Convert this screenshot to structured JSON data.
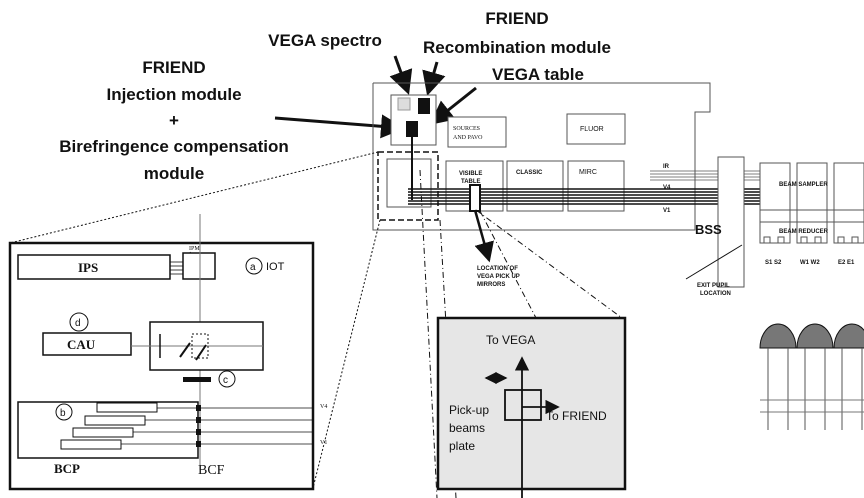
{
  "labels": {
    "friend_top": "FRIEND",
    "recombination": "Recombination module",
    "vega_spectro": "VEGA spectro",
    "vega_table": "VEGA table",
    "friend_left": "FRIEND",
    "injection": "Injection module",
    "plus": "+",
    "birefringence": "Birefringence compensation",
    "module": "module"
  },
  "table": {
    "sources": "SOURCES",
    "and_pavo": "AND PAVO",
    "fluor": "FLUOR",
    "visible1": "VISIBLE",
    "visible2": "TABLE",
    "classic": "CLASSIC",
    "mirc": "MIRC",
    "ir": "IR",
    "v4": "V4",
    "v1": "V1",
    "bss": "BSS",
    "beam_sampler": "BEAM SAMPLER",
    "beam_reducer": "BEAM REDUCER",
    "s1s2": "S1  S2",
    "w1w2": "W1  W2",
    "e2e1": "E2  E1",
    "exit_pupil1": "EXIT PUPIL",
    "exit_pupil2": "LOCATION",
    "loc1": "LOCATION OF",
    "loc2": "VEGA PICK UP",
    "loc3": "MIRRORS"
  },
  "inset_left": {
    "ipm": "IPM",
    "ips": "IPS",
    "a": "a",
    "iot": "IOT",
    "d": "d",
    "cau": "CAU",
    "c": "c",
    "b": "b",
    "v4": "V4",
    "v1": "V1",
    "bcp": "BCP",
    "bcf": "BCF"
  },
  "inset_right": {
    "to_vega": "To VEGA",
    "to_friend": "To FRIEND",
    "pickup1": "Pick-up",
    "pickup2": "beams",
    "pickup3": "plate"
  },
  "colors": {
    "line": "#111111",
    "plate_bg": "#e6e6e6"
  }
}
